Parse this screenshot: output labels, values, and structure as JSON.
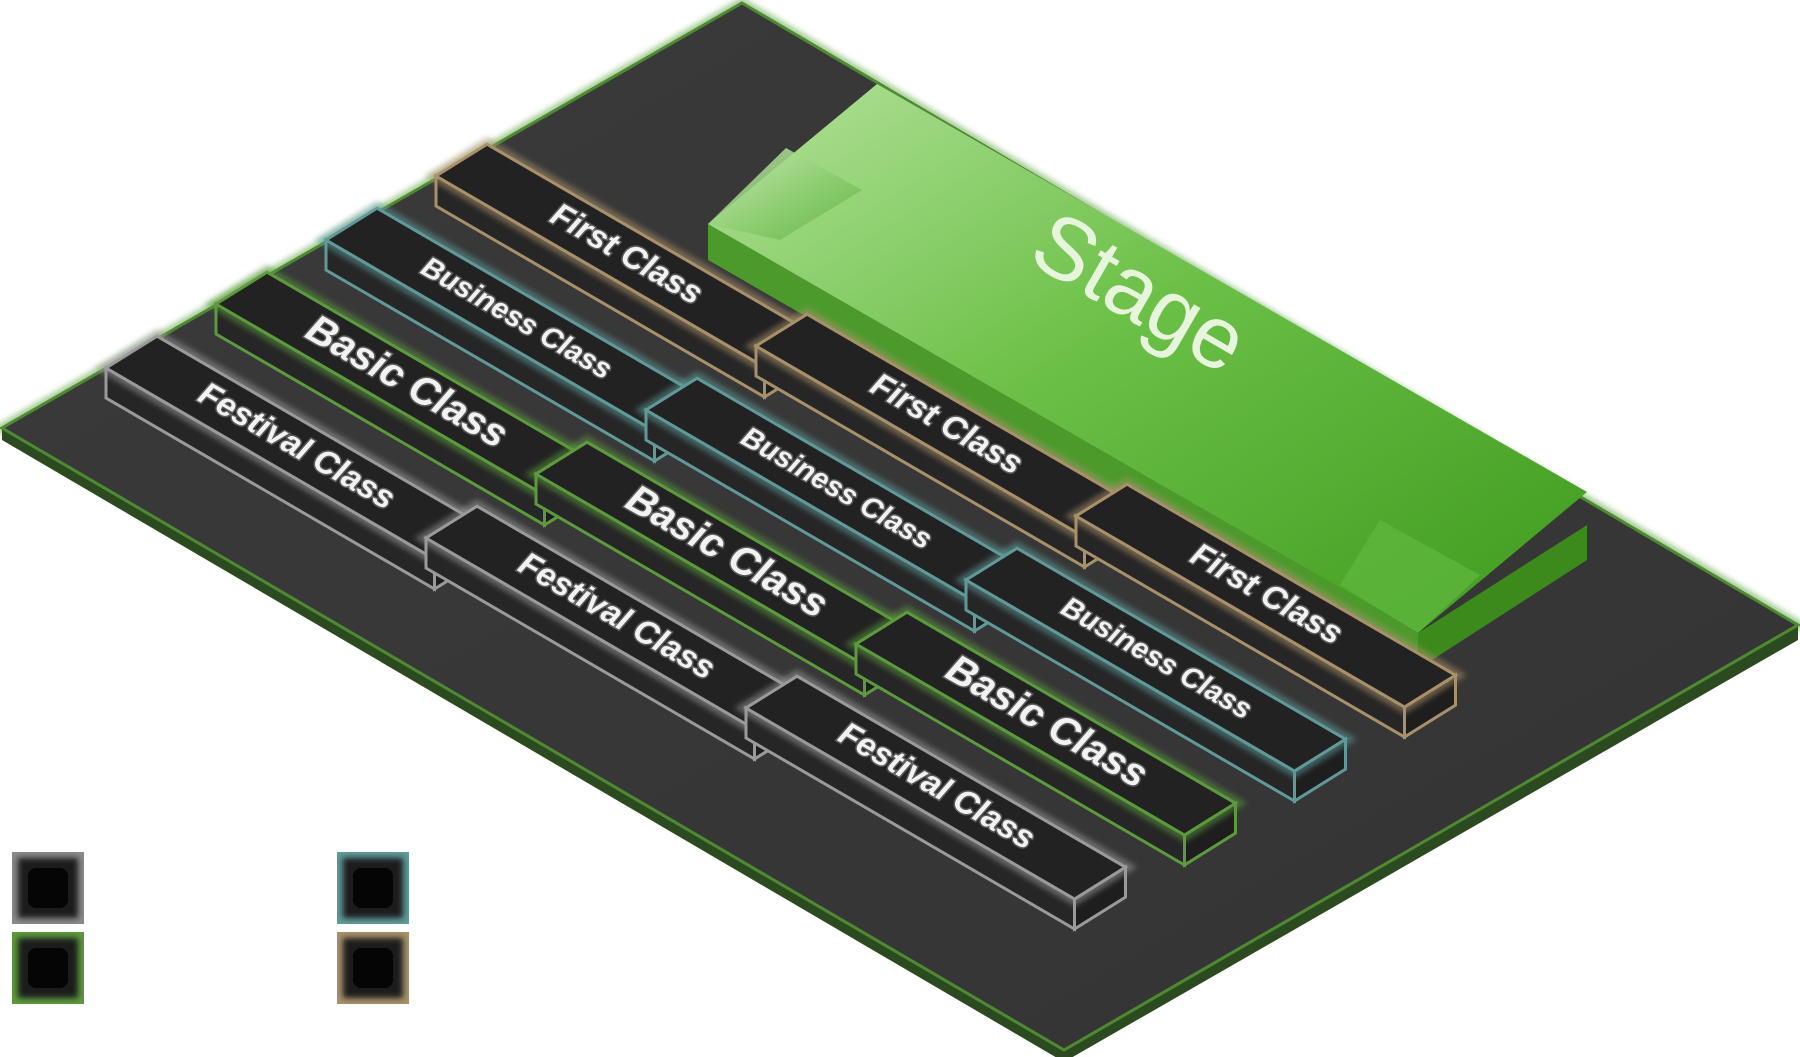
{
  "stage": {
    "label": "Stage",
    "colors": {
      "top": "#5fb63f",
      "light": "#a8d98f",
      "dark": "#3f8f22"
    }
  },
  "floor": {
    "colors": {
      "top": "#3b3b3b",
      "edge": "#3f6b2a",
      "glow": "#5aa23a"
    }
  },
  "tiers": {
    "first": {
      "label": "First Class",
      "color": "#a8916a"
    },
    "business": {
      "label": "Business Class",
      "color": "#5f9a98"
    },
    "basic": {
      "label": "Basic Class",
      "color": "#5c9a3e"
    },
    "festival": {
      "label": "Festival Class",
      "color": "#9a9a9a"
    }
  },
  "sections": [
    {
      "tier": "first",
      "label": "First Class"
    },
    {
      "tier": "business",
      "label": "Business Class"
    },
    {
      "tier": "basic",
      "label": "Basic Class"
    },
    {
      "tier": "festival",
      "label": "Festival Class"
    },
    {
      "tier": "first",
      "label": "First Class"
    },
    {
      "tier": "business",
      "label": "Business Class"
    },
    {
      "tier": "basic",
      "label": "Basic Class"
    },
    {
      "tier": "festival",
      "label": "Festival Class"
    },
    {
      "tier": "first",
      "label": "First Class"
    },
    {
      "tier": "business",
      "label": "Business Class"
    },
    {
      "tier": "basic",
      "label": "Basic Class"
    },
    {
      "tier": "festival",
      "label": "Festival Class"
    }
  ],
  "legend": [
    {
      "tier": "festival",
      "color": "#8a8a8a"
    },
    {
      "tier": "business",
      "color": "#5f9a98"
    },
    {
      "tier": "basic",
      "color": "#5c9a3e"
    },
    {
      "tier": "first",
      "color": "#a8916a"
    }
  ]
}
